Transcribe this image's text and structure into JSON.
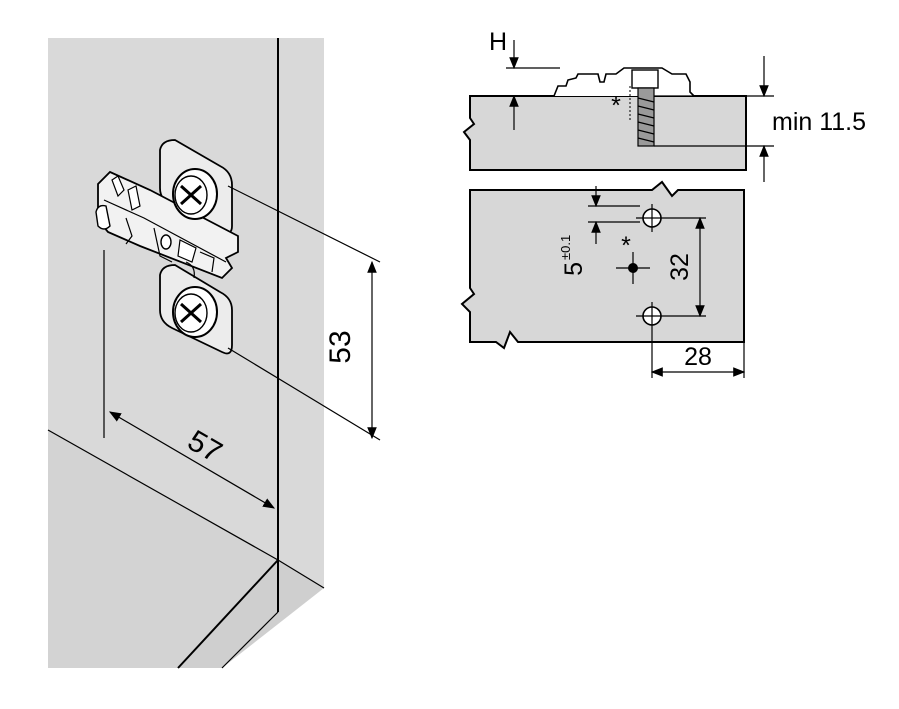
{
  "labels": {
    "dim_57": "57",
    "dim_53": "53",
    "dim_h": "H",
    "dim_min": "min 11.5",
    "dim_asterisk": "*",
    "dim_5": "5",
    "dim_5_tol": "±0.1",
    "dim_32": "32",
    "dim_28": "28"
  },
  "colors": {
    "panel": "#d7d7d7",
    "cabinet": "#d9d9d9",
    "line": "#000000"
  },
  "icons": {
    "screw": "phillips-screw-icon",
    "hinge_plate": "hinge-mounting-plate-icon"
  }
}
